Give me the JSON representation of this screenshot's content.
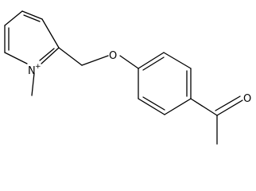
{
  "molecule": {
    "atoms": {
      "ring_nitrogen": {
        "symbol": "N",
        "charge": "+"
      },
      "ether_oxygen": {
        "symbol": "O"
      },
      "carbonyl_oxygen": {
        "symbol": "O"
      }
    }
  },
  "colors": {
    "bond": "#000000",
    "background": "#ffffff",
    "text": "#000000"
  }
}
